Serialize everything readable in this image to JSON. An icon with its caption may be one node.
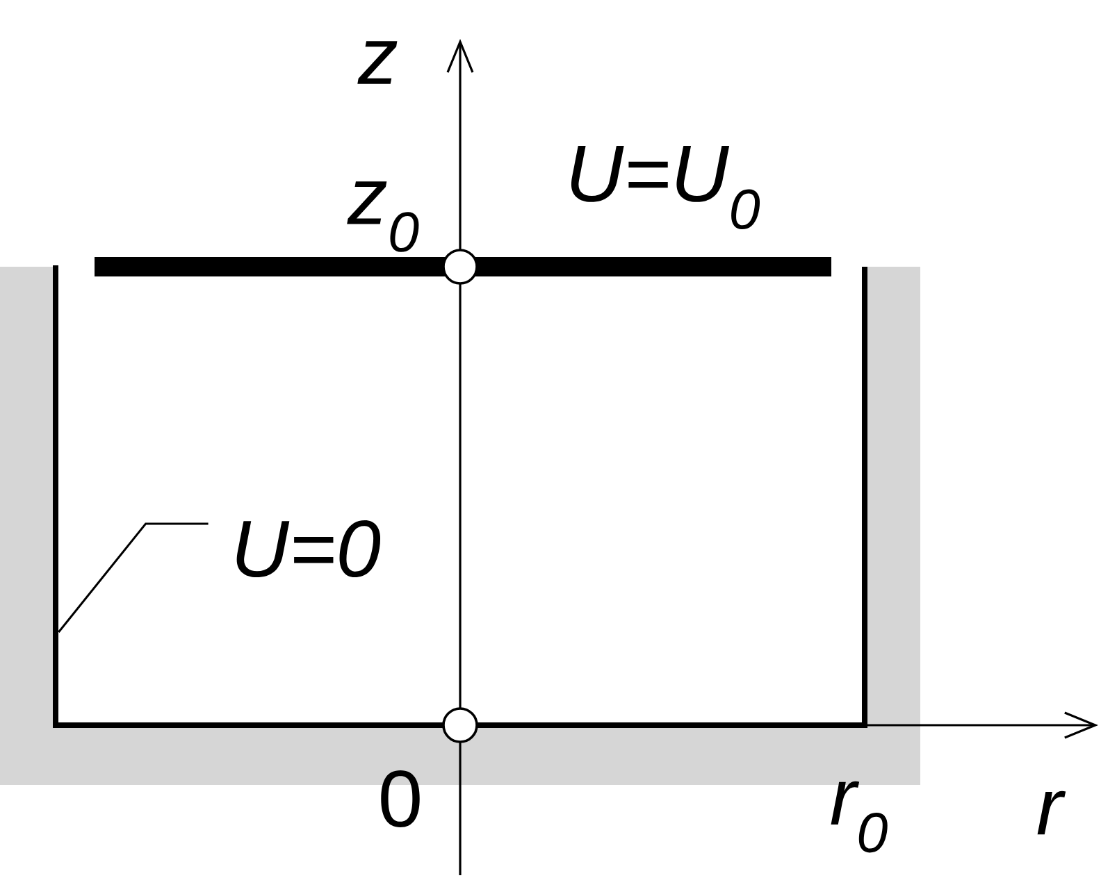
{
  "diagram": {
    "nodes": [
      {
        "text": [
          "U=0"
        ]
      },
      {
        "text": [],
        "shape": "bar"
      }
    ],
    "edges": [
      {
        "from": 0,
        "to": 1,
        "arrow": "none"
      }
    ],
    "labels": [
      "z",
      "z$_{0}$",
      "U=U$_{0}$",
      "0",
      "r$_{0}$",
      "r"
    ]
  }
}
